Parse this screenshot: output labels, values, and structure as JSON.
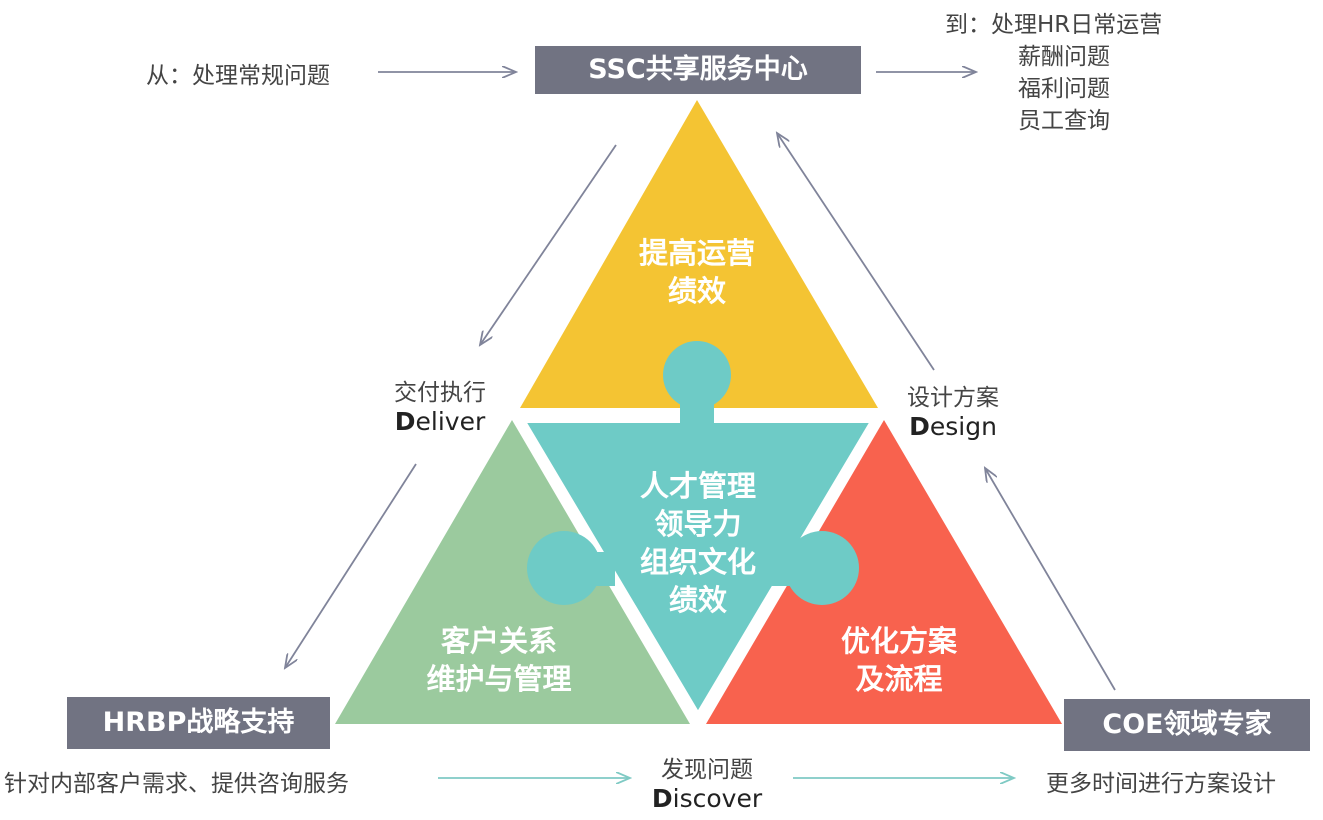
{
  "colors": {
    "top_piece": "#F4C433",
    "left_piece": "#9BCA9E",
    "right_piece": "#F8624E",
    "center_piece": "#6ECBC6",
    "box_fill": "#717382",
    "arrow_gray": "#80849A",
    "arrow_teal": "#7FCAC4"
  },
  "ssc": {
    "title": "SSC共享服务中心",
    "from": "从：处理常规问题",
    "to_title": "到：处理HR日常运营",
    "to_items": [
      "薪酬问题",
      "福利问题",
      "员工查询"
    ]
  },
  "hrbp": {
    "title": "HRBP战略支持",
    "desc": "针对内部客户需求、提供咨询服务"
  },
  "coe": {
    "title": "COE领域专家",
    "desc": "更多时间进行方案设计"
  },
  "deliver": {
    "cn": "交付执行",
    "en_first": "D",
    "en_rest": "elive"
  },
  "design": {
    "cn": "设计方案",
    "en_first": "D",
    "en_rest": "esign"
  },
  "discover": {
    "cn": "发现问题",
    "en_first": "D",
    "en_rest": "iscover"
  },
  "pieces": {
    "top": [
      "提高运营",
      "绩效"
    ],
    "center": [
      "人才管理",
      "领导力",
      "组织文化",
      "绩效"
    ],
    "left": [
      "客户关系",
      "维护与管理"
    ],
    "right": [
      "优化方案",
      "及流程"
    ]
  }
}
